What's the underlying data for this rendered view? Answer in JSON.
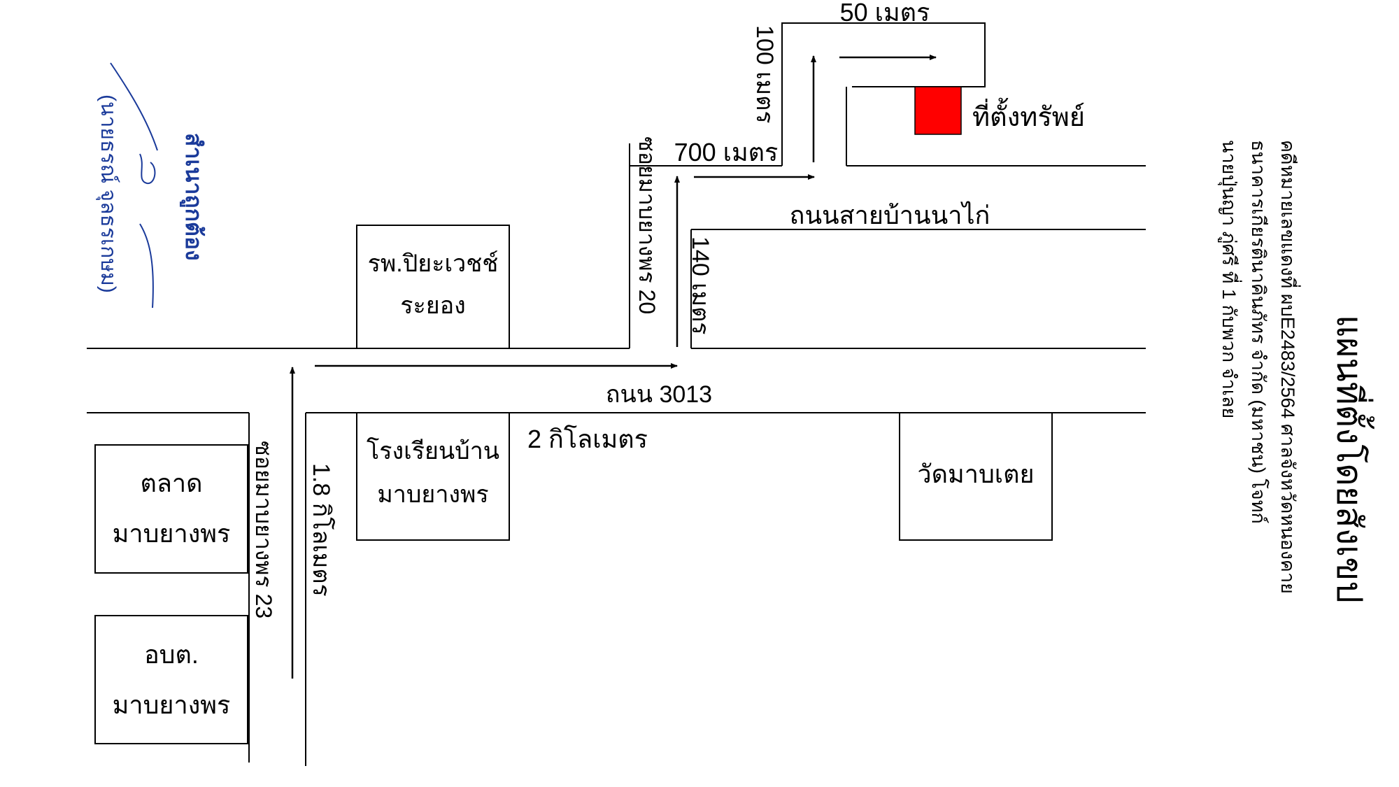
{
  "title": "แผนที่ตั้งโดยสังเขป",
  "header": {
    "line1": "คดีหมายเลขแดงที่ ผบE2483/2564 ศาลจังหวัดหนองคาย",
    "line2": "ธนาคารเกียรตินาคินภัทร จำกัด (มหาชน)        โจทก์",
    "line3": "นายปุ่นญา ภู่ศรี ที่ 1 กับพวก                  จำเลย"
  },
  "roads": {
    "road_3013": "ถนน 3013",
    "road_ban_na_kai": "ถนนสายบ้านนาไก่",
    "soi_20": "ซอยมาบยางพร 20",
    "soi_23": "ซอยมาบยางพร 23"
  },
  "distances": {
    "d_2km": "2 กิโลเมตร",
    "d_1_8km": "1.8 กิโลเมตร",
    "d_140m": "140 เมตร",
    "d_700m": "700 เมตร",
    "d_100m": "100 เมตร",
    "d_50m": "50 เมตร"
  },
  "landmarks": {
    "hospital_l1": "รพ.ปิยะเวชช์",
    "hospital_l2": "ระยอง",
    "school_l1": "โรงเรียนบ้าน",
    "school_l2": "มาบยางพร",
    "market_l1": "ตลาด",
    "market_l2": "มาบยางพร",
    "sao_l1": "อบต.",
    "sao_l2": "มาบยางพร",
    "temple": "วัดมาบเตย"
  },
  "property": {
    "label": "ที่ตั้งทรัพย์",
    "color": "#ff0000"
  },
  "stamp": {
    "line1": "สำเนาถูกต้อง",
    "line2": "(นายธรณ์ จุลธรเกษม)",
    "color": "#1a3a9a"
  }
}
